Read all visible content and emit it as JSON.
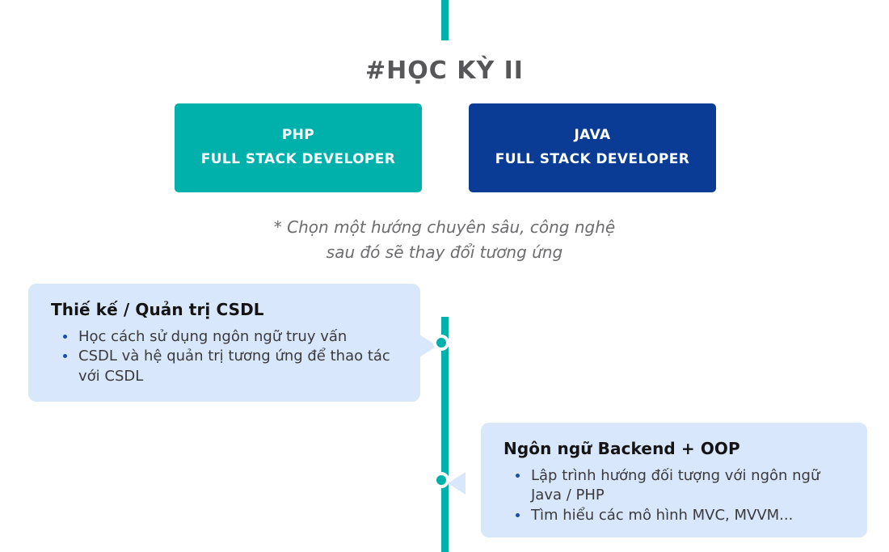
{
  "title": "#HỌC KỲ II",
  "tracks": {
    "php": {
      "line1": "PHP",
      "line2": "FULL STACK DEVELOPER"
    },
    "java": {
      "line1": "JAVA",
      "line2": "FULL STACK DEVELOPER"
    }
  },
  "note": {
    "line1": "* Chọn một hướng chuyên sâu, công nghệ",
    "line2": "sau đó sẽ thay đổi tương ứng"
  },
  "milestones": {
    "database": {
      "title": "Thiế kế / Quản trị CSDL",
      "bullets": [
        "Học cách sử dụng ngôn ngữ truy vấn",
        "CSDL và hệ quản trị tương ứng để thao tác với CSDL"
      ]
    },
    "backend": {
      "title": "Ngôn ngữ Backend + OOP",
      "bullets": [
        "Lập trình hướng đối tượng với ngôn ngữ Java / PHP",
        "Tìm hiểu các mô hình MVC, MVVM..."
      ]
    }
  },
  "colors": {
    "teal": "#00b0aa",
    "navy": "#0a3c96",
    "card-bg": "#d9e7fc",
    "title-gray": "#57575a",
    "note-gray": "#6d6d70",
    "bullet-blue": "#1b4da3",
    "text-dark": "#3a3a3c",
    "card-title": "#141414"
  }
}
